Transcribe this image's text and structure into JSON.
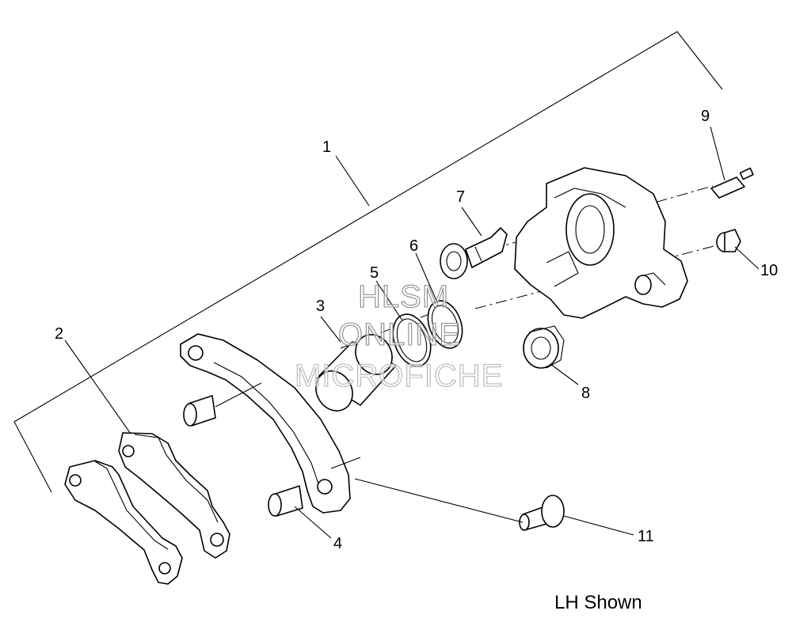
{
  "callouts": {
    "c1": "1",
    "c2": "2",
    "c3": "3",
    "c4": "4",
    "c5": "5",
    "c6": "6",
    "c7": "7",
    "c8": "8",
    "c9": "9",
    "c10": "10",
    "c11": "11"
  },
  "caption": "LH Shown",
  "watermark": {
    "line1": "HLSM",
    "line2": "ONLINE",
    "line3": "MICROFICHE"
  }
}
